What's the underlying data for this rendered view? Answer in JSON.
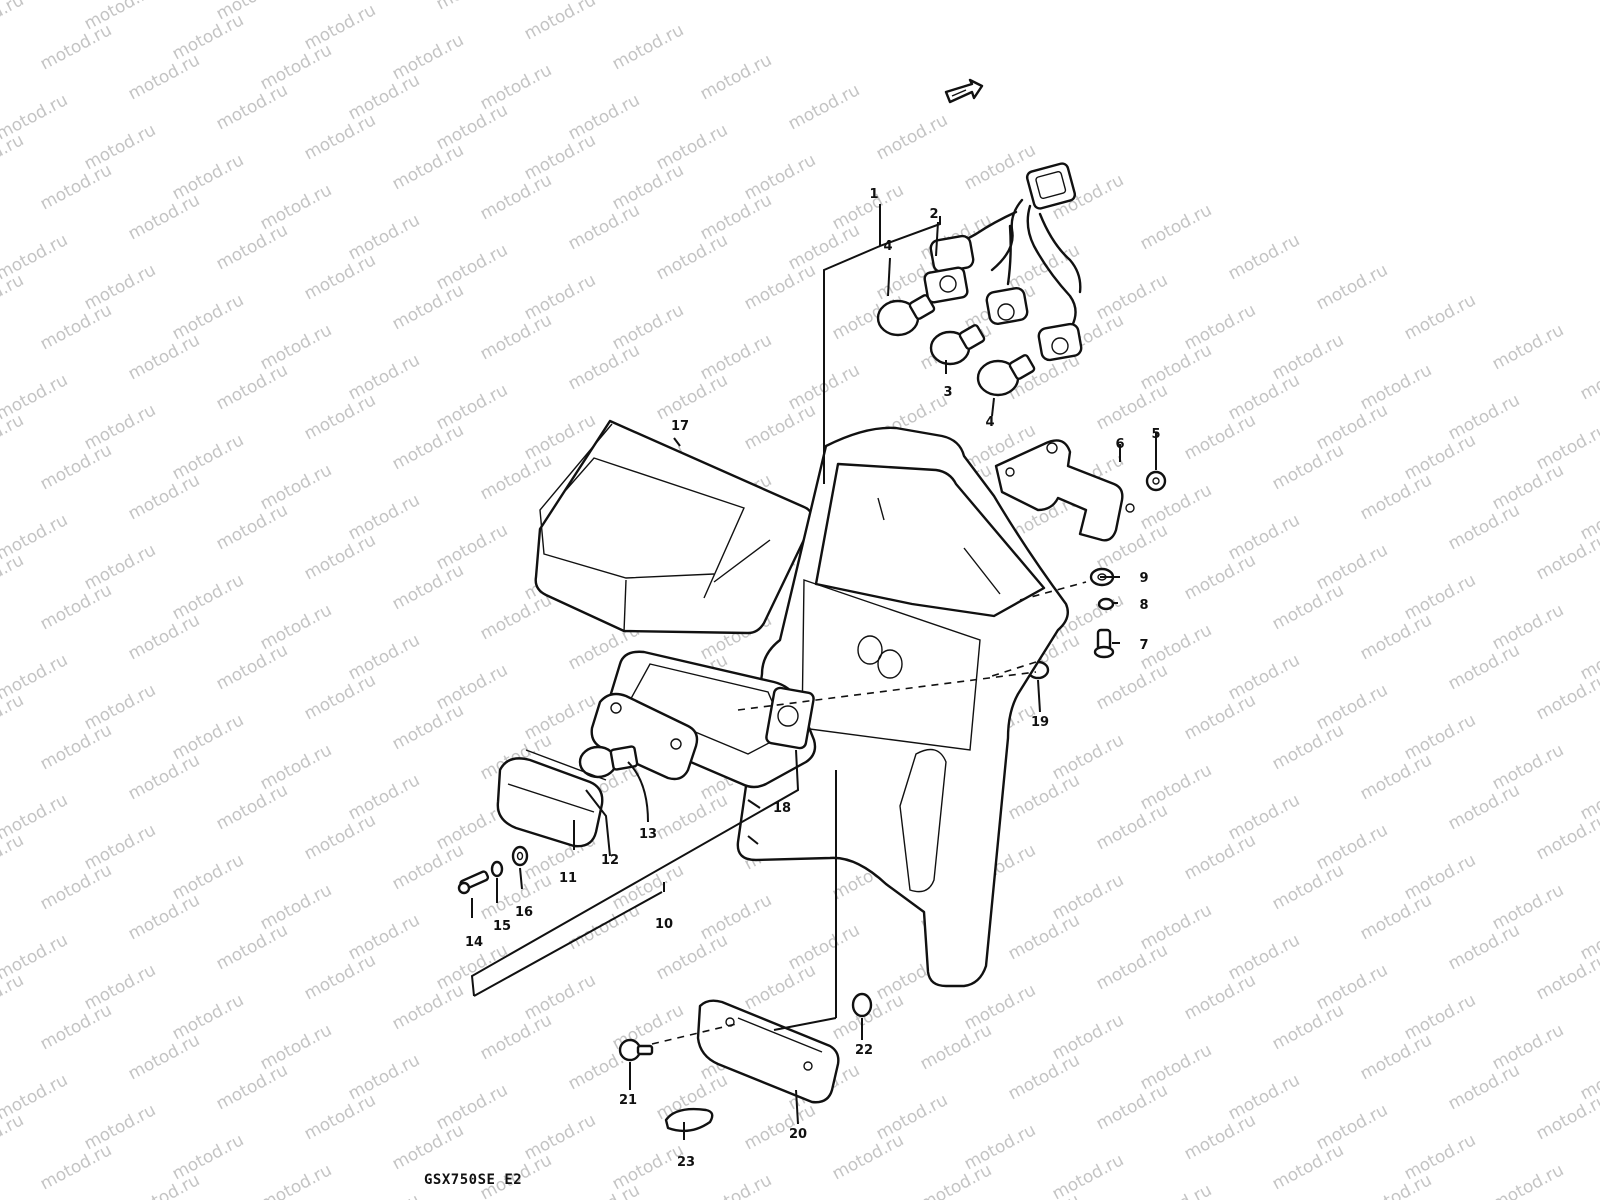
{
  "watermark": {
    "text": "motod.ru",
    "color": "#c4c4c4"
  },
  "model_code": "GSX750SE  E2",
  "callouts": [
    {
      "id": "1",
      "label": "1"
    },
    {
      "id": "2",
      "label": "2"
    },
    {
      "id": "3",
      "label": "3"
    },
    {
      "id": "4a",
      "label": "4"
    },
    {
      "id": "4b",
      "label": "4"
    },
    {
      "id": "5",
      "label": "5"
    },
    {
      "id": "6",
      "label": "6"
    },
    {
      "id": "7",
      "label": "7"
    },
    {
      "id": "8",
      "label": "8"
    },
    {
      "id": "9",
      "label": "9"
    },
    {
      "id": "10",
      "label": "10"
    },
    {
      "id": "11",
      "label": "11"
    },
    {
      "id": "12",
      "label": "12"
    },
    {
      "id": "13",
      "label": "13"
    },
    {
      "id": "14",
      "label": "14"
    },
    {
      "id": "15",
      "label": "15"
    },
    {
      "id": "16",
      "label": "16"
    },
    {
      "id": "17",
      "label": "17"
    },
    {
      "id": "18",
      "label": "18"
    },
    {
      "id": "19",
      "label": "19"
    },
    {
      "id": "20",
      "label": "20"
    },
    {
      "id": "21",
      "label": "21"
    },
    {
      "id": "22",
      "label": "22"
    },
    {
      "id": "23",
      "label": "23"
    }
  ],
  "arrow_icon": "front-direction-arrow-icon",
  "line_color": "#111111"
}
